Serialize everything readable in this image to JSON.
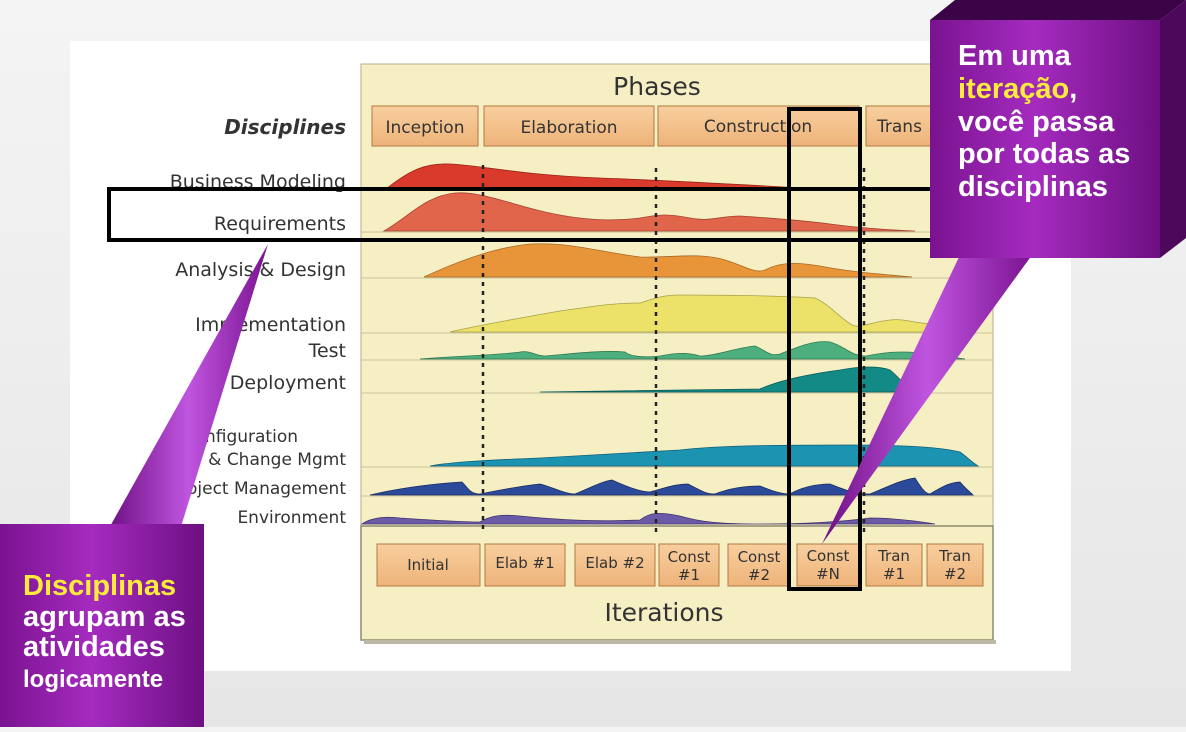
{
  "diagram": {
    "phases_title": "Phases",
    "disciplines_title": "Disciplines",
    "iterations_title": "Iterations",
    "phases": [
      "Inception",
      "Elaboration",
      "Construction",
      "Trans"
    ],
    "disciplines": [
      {
        "label": "Business Modeling",
        "color": "#d93a2b"
      },
      {
        "label": "Requirements",
        "color": "#e0654a"
      },
      {
        "label": "Analysis & Design",
        "color": "#e8953a"
      },
      {
        "label": "Implementation",
        "color": "#ece26a"
      },
      {
        "label": "Test",
        "color": "#4caf7d"
      },
      {
        "label": "Deployment",
        "color": "#138a86"
      },
      {
        "label": "Configuration",
        "color": "#1d93b2"
      },
      {
        "label": "& Change Mgmt",
        "color": "#1d93b2"
      },
      {
        "label": "Project Management",
        "color": "#2c4a9a"
      },
      {
        "label": "Environment",
        "color": "#6a5aa8"
      }
    ],
    "iterations": [
      {
        "line1": "Initial",
        "line2": ""
      },
      {
        "line1": "Elab #1",
        "line2": ""
      },
      {
        "line1": "Elab #2",
        "line2": ""
      },
      {
        "line1": "Const",
        "line2": "#1"
      },
      {
        "line1": "Const",
        "line2": "#2"
      },
      {
        "line1": "Const",
        "line2": "#N"
      },
      {
        "line1": "Tran",
        "line2": "#1"
      },
      {
        "line1": "Tran",
        "line2": "#2"
      }
    ]
  },
  "callout_right": {
    "line1": "Em uma",
    "highlight": "iteração",
    "punct": ",",
    "line3": "você passa",
    "line4": "por todas as",
    "line5": "disciplinas"
  },
  "callout_left": {
    "highlight": "Disciplinas",
    "line2": "agrupam as",
    "line3": "atividades",
    "line4": "logicamente"
  },
  "colors": {
    "panel_bg": "#f6efc4",
    "box_fill": "#f4c38c",
    "callout_purple": "#9b1fb0"
  }
}
